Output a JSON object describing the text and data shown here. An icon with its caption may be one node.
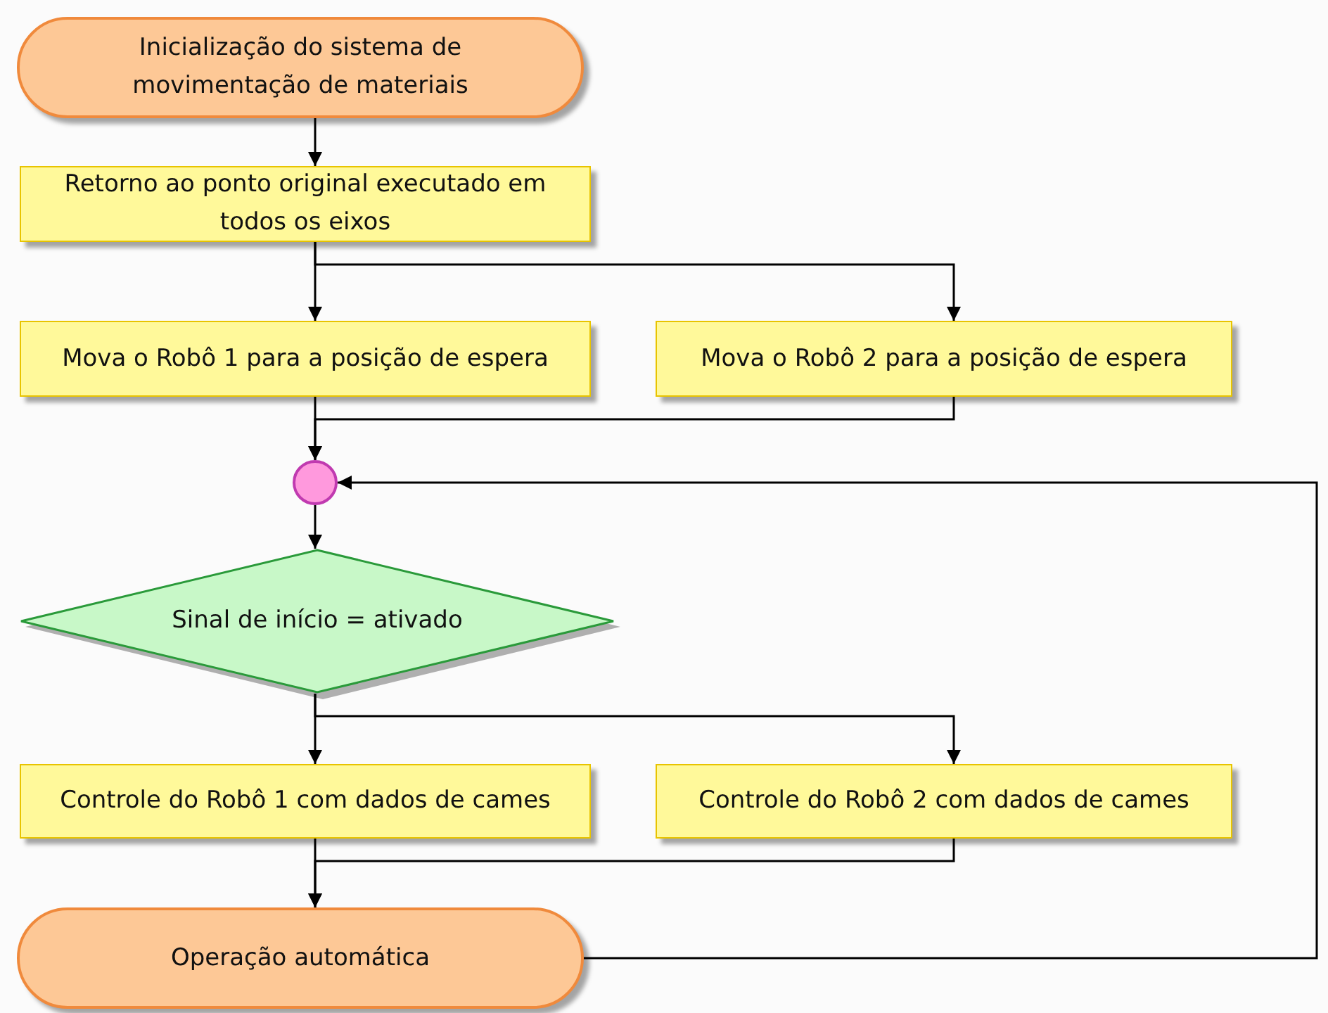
{
  "diagram": {
    "nodes": [
      {
        "text": [
          "Inicialização do sistema de movimentação de materiais"
        ]
      },
      {
        "text": [
          "Retorno ao ponto original executado em todos os eixos"
        ]
      },
      {
        "text": [
          "Mova o Robô 1 para a posição de espera"
        ]
      },
      {
        "text": [
          "Mova o Robô 2 para a posição de espera"
        ]
      },
      {
        "text": [],
        "shape": "circle"
      },
      {
        "text": [
          "Sinal de início = ativado"
        ]
      },
      {
        "text": [
          "Controle do Robô 1 com dados de cames"
        ]
      },
      {
        "text": [
          "Controle do Robô 2 com dados de cames"
        ]
      },
      {
        "text": [
          "Operação automática"
        ]
      }
    ],
    "edges": [
      {
        "from": 0,
        "to": 1,
        "arrow": "to"
      },
      {
        "from": 1,
        "to": 2,
        "arrow": "to"
      },
      {
        "from": 1,
        "to": 3,
        "arrow": "to"
      },
      {
        "from": 2,
        "to": 4,
        "arrow": "to"
      },
      {
        "from": 3,
        "to": 4,
        "arrow": "to"
      },
      {
        "from": 4,
        "to": 5,
        "arrow": "to"
      },
      {
        "from": 5,
        "to": 6,
        "arrow": "to"
      },
      {
        "from": 5,
        "to": 7,
        "arrow": "to"
      },
      {
        "from": 6,
        "to": 8,
        "arrow": "to"
      },
      {
        "from": 7,
        "to": 8,
        "arrow": "to"
      },
      {
        "from": 8,
        "to": 4,
        "arrow": "to"
      }
    ]
  }
}
